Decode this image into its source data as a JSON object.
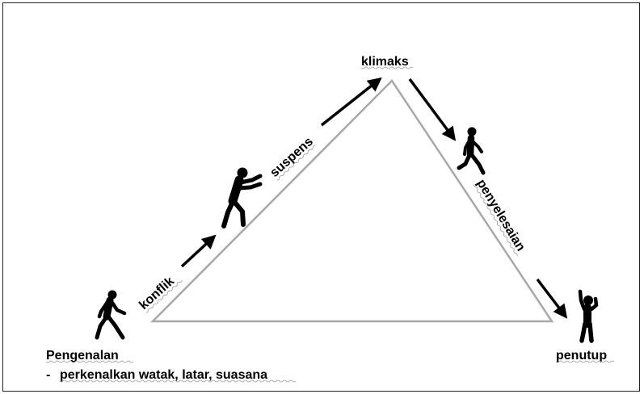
{
  "diagram": {
    "labels": {
      "climax": "klimaks",
      "conflict": "konflik",
      "suspense": "suspens",
      "resolution": "penyelesaian",
      "introduction": "Pengenalan",
      "introduction_note_dash": "-",
      "introduction_note": "perkenalkan watak, latar, suasana",
      "closing": "penutup"
    },
    "icons": {
      "introduction": "walking-person-icon",
      "conflict": "pushing-person-icon",
      "climax_descent": "running-person-icon",
      "closing": "celebrating-person-icon"
    },
    "colors": {
      "triangle": "#a8a8a8",
      "arrows": "#000000",
      "text": "#000000"
    }
  }
}
